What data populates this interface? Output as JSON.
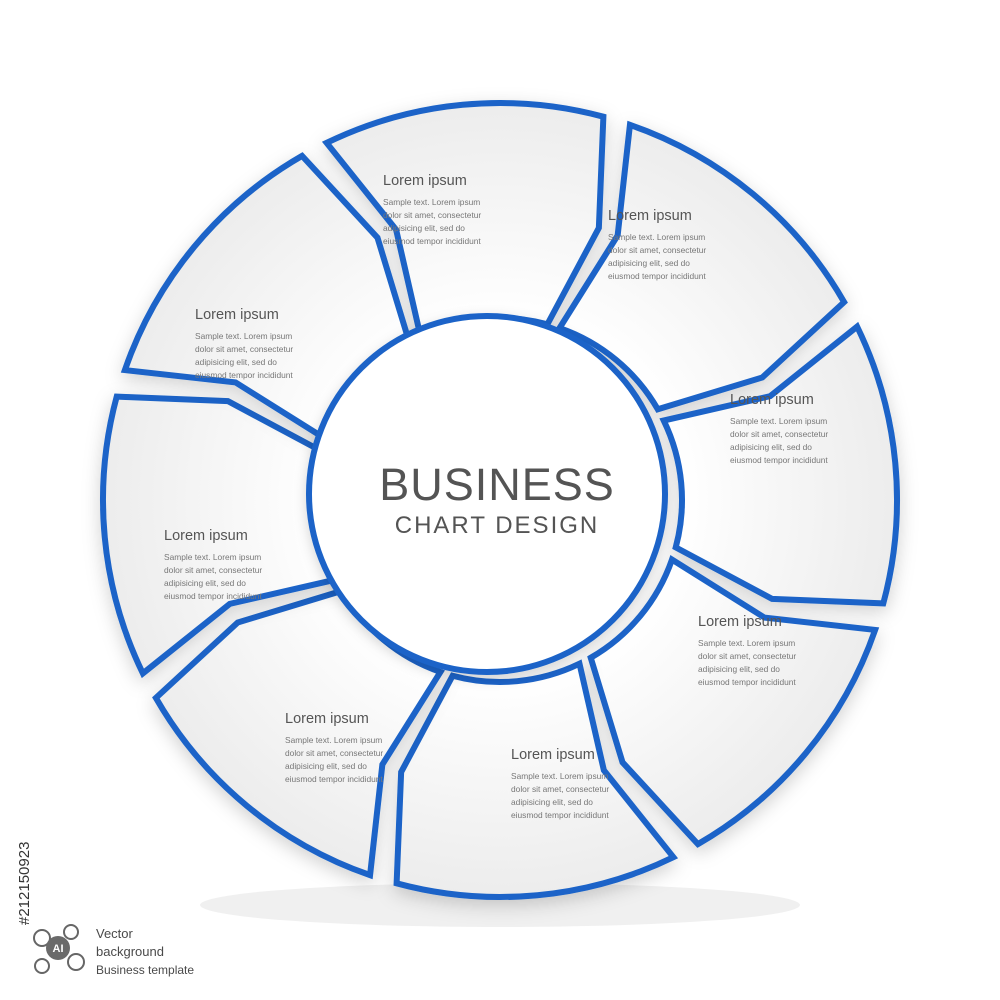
{
  "colors": {
    "accent": "#1a64c8",
    "segment_fill": "#f3f3f3",
    "text_dark": "#545454"
  },
  "center": {
    "title": "BUSINESS",
    "subtitle": "CHART DESIGN"
  },
  "segments": [
    {
      "title": "Lorem ipsum",
      "lines": [
        "Sample text. Lorem ipsum",
        "dolor sit amet, consectetur",
        "adipisicing elit, sed do",
        "eiusmod tempor incididunt"
      ]
    },
    {
      "title": "Lorem ipsum",
      "lines": [
        "Sample text. Lorem ipsum",
        "dolor sit amet, consectetur",
        "adipisicing elit, sed do",
        "eiusmod tempor incididunt"
      ]
    },
    {
      "title": "Lorem ipsum",
      "lines": [
        "Sample text. Lorem ipsum",
        "dolor sit amet, consectetur",
        "adipisicing elit, sed do",
        "eiusmod tempor incididunt"
      ]
    },
    {
      "title": "Lorem ipsum",
      "lines": [
        "Sample text. Lorem ipsum",
        "dolor sit amet, consectetur",
        "adipisicing elit, sed do",
        "eiusmod tempor incididunt"
      ]
    },
    {
      "title": "Lorem ipsum",
      "lines": [
        "Sample text. Lorem ipsum",
        "dolor sit amet, consectetur",
        "adipisicing elit, sed do",
        "eiusmod tempor incididunt"
      ]
    },
    {
      "title": "Lorem ipsum",
      "lines": [
        "Sample text. Lorem ipsum",
        "dolor sit amet, consectetur",
        "adipisicing elit, sed do",
        "eiusmod tempor incididunt"
      ]
    },
    {
      "title": "Lorem ipsum",
      "lines": [
        "Sample text. Lorem ipsum",
        "dolor sit amet, consectetur",
        "adipisicing elit, sed do",
        "eiusmod tempor incididunt"
      ]
    },
    {
      "title": "Lorem ipsum",
      "lines": [
        "Sample text. Lorem ipsum",
        "dolor sit amet, consectetur",
        "adipisicing elit, sed do",
        "eiusmod tempor incididunt"
      ]
    }
  ],
  "footer": {
    "logo_text": "AI",
    "lines": [
      "Vector",
      "background",
      "Business template"
    ]
  },
  "stock_id": "#212150923"
}
